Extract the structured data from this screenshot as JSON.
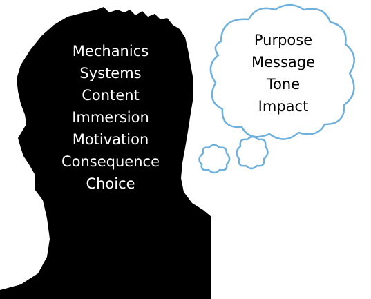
{
  "head_words": [
    "Mechanics",
    "Systems",
    "Content",
    "Immersion",
    "Motivation",
    "Consequence",
    "Choice"
  ],
  "cloud_words": [
    "Purpose",
    "Message",
    "Tone",
    "Impact"
  ],
  "colors": {
    "silhouette": "#000000",
    "cloud_stroke": "#6fb1dc",
    "cloud_fill": "#ffffff",
    "head_text": "#ffffff",
    "cloud_text": "#000000"
  }
}
